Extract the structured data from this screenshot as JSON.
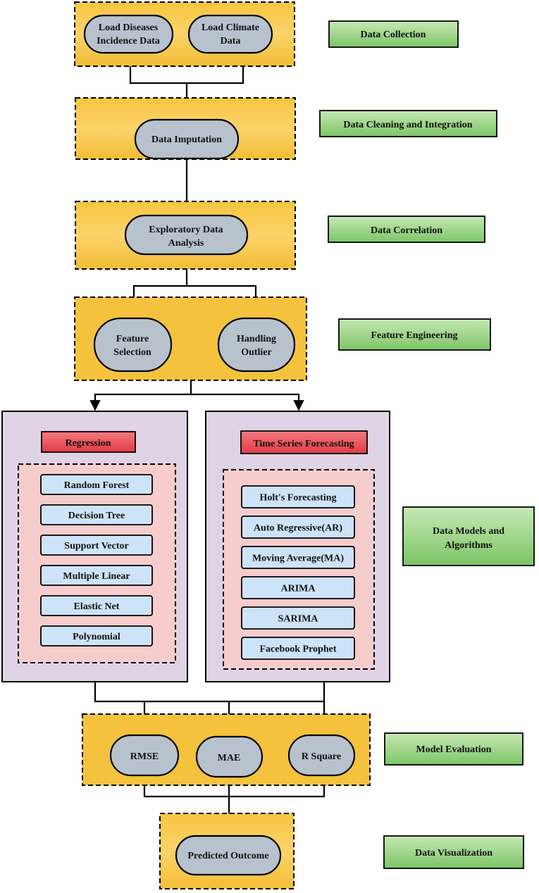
{
  "stages": {
    "collection": {
      "label": "Data Collection",
      "nodes": [
        [
          "Load Diseases",
          "Incidence Data"
        ],
        [
          "Load Climate",
          "Data"
        ]
      ]
    },
    "cleaning": {
      "label": "Data Cleaning and Integration",
      "node": "Data Imputation"
    },
    "correlation": {
      "label": "Data Correlation",
      "node": [
        "Exploratory Data",
        "Analysis"
      ]
    },
    "feature": {
      "label": "Feature Engineering",
      "nodes": [
        [
          "Feature",
          "Selection"
        ],
        [
          "Handling",
          "Outlier"
        ]
      ]
    },
    "models": {
      "label": [
        "Data Models and",
        "Algorithms"
      ],
      "regression": {
        "title": "Regression",
        "items": [
          "Random Forest",
          "Decision Tree",
          "Support Vector",
          "Multiple Linear",
          "Elastic Net",
          "Polynomial"
        ]
      },
      "timeseries": {
        "title": "Time Series Forecasting",
        "items": [
          "Holt's Forecasting",
          "Auto Regressive(AR)",
          "Moving Average(MA)",
          "ARIMA",
          "SARIMA",
          "Facebook Prophet"
        ]
      }
    },
    "evaluation": {
      "label": "Model Evaluation",
      "nodes": [
        "RMSE",
        "MAE",
        "R Square"
      ]
    },
    "visualization": {
      "label": "Data Visualization",
      "node": "Predicted Outcome"
    }
  },
  "colors": {
    "stage_fill": "#f5c23e",
    "node_fill": "#b7c2cc",
    "label_fill": "#93cf7e",
    "panel_fill": "#e0d3e6",
    "inner_fill": "#f6cccc",
    "item_fill": "#cde3f8",
    "title_fill": "#e94d54"
  }
}
